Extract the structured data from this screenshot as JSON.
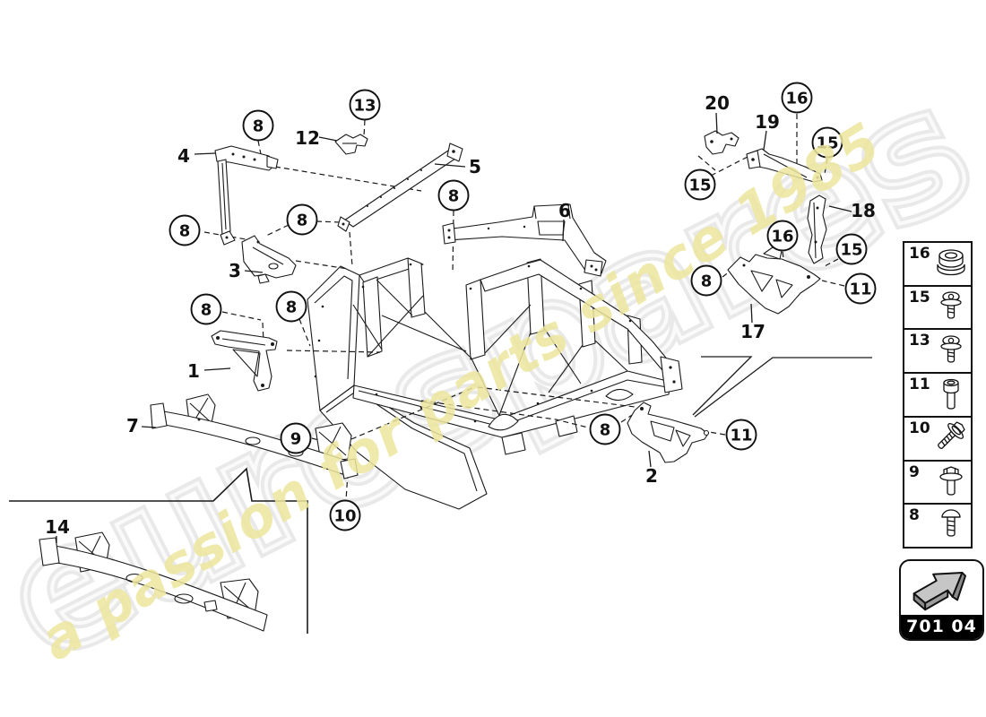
{
  "watermark": {
    "brand": "eurospares",
    "tagline": "a passion for parts since 1985",
    "brand_color": "#e9e9e9",
    "tagline_color": "#ede79e"
  },
  "diagram": {
    "callouts": [
      "8",
      "13",
      "8",
      "8",
      "8",
      "8",
      "8",
      "9",
      "10",
      "8",
      "11",
      "16",
      "15",
      "15",
      "16",
      "15",
      "8",
      "11"
    ],
    "part_labels": [
      "4",
      "12",
      "5",
      "6",
      "3",
      "1",
      "7",
      "14",
      "2",
      "17",
      "18",
      "19",
      "20"
    ]
  },
  "legend": {
    "rows": [
      {
        "num": "16",
        "icon": "grommet-icon"
      },
      {
        "num": "15",
        "icon": "flange-screw-icon"
      },
      {
        "num": "13",
        "icon": "flange-screw-icon"
      },
      {
        "num": "11",
        "icon": "socket-bolt-icon"
      },
      {
        "num": "10",
        "icon": "washer-bolt-icon"
      },
      {
        "num": "9",
        "icon": "hex-flange-bolt-icon"
      },
      {
        "num": "8",
        "icon": "button-screw-icon"
      }
    ]
  },
  "page_ref": {
    "code": "701 04"
  },
  "colors": {
    "ink": "#111111",
    "background": "#ffffff",
    "ref_band": "#000000"
  }
}
